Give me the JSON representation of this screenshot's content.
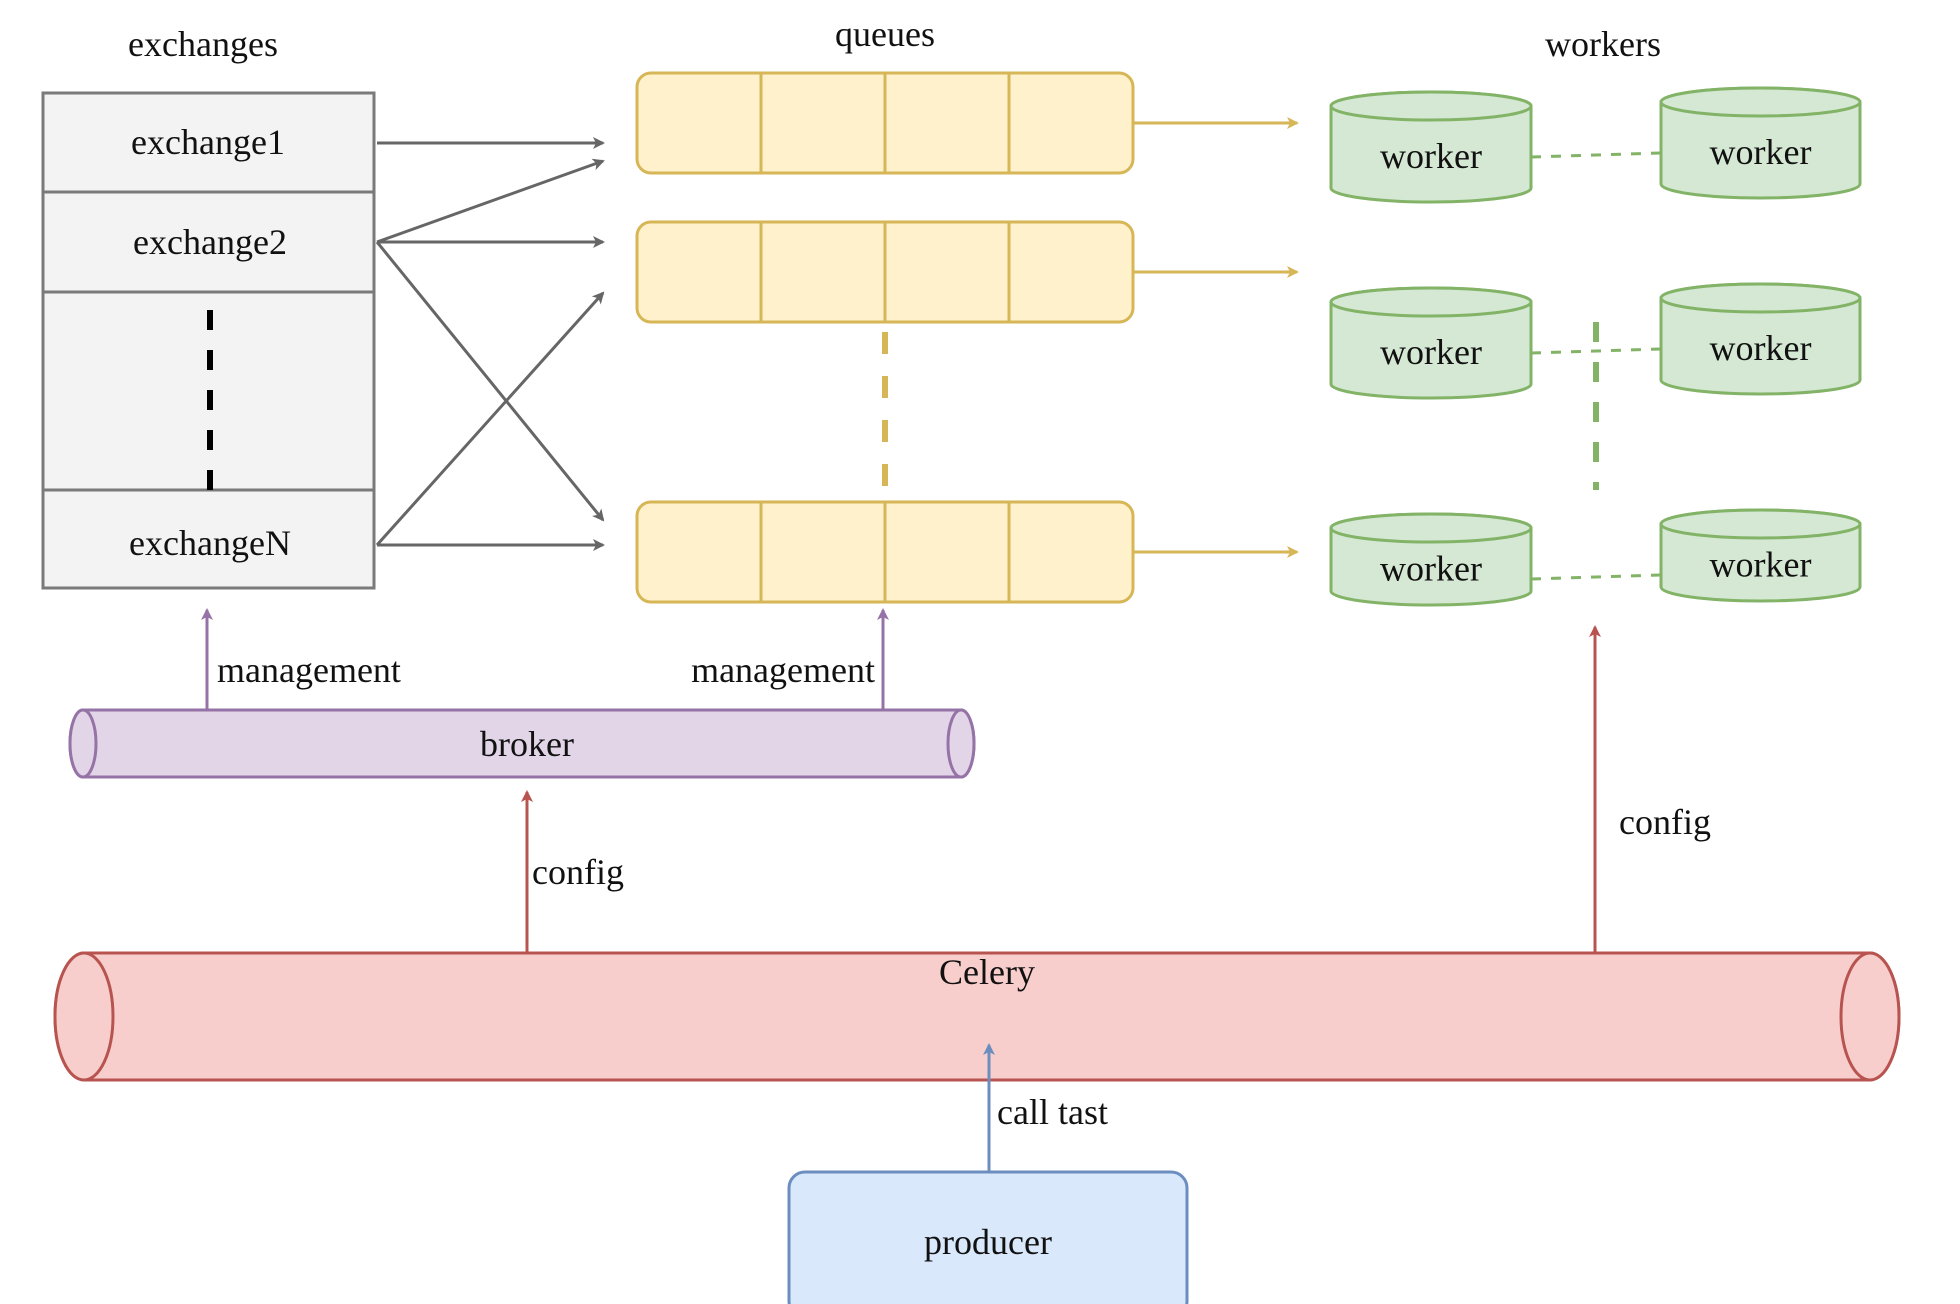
{
  "colors": {
    "exchange_fill": "#f3f3f3",
    "exchange_stroke": "#7a7a7a",
    "route_arrow": "#666666",
    "queue_fill": "#fff1cc",
    "queue_stroke": "#d6b656",
    "worker_fill": "#d5e8d4",
    "worker_stroke": "#82b366",
    "broker_fill": "#e1d5e7",
    "broker_stroke": "#9673a6",
    "celery_fill": "#f8cecc",
    "celery_stroke": "#b85450",
    "producer_fill": "#dae8fc",
    "producer_stroke": "#6c8ebf"
  },
  "headings": {
    "exchanges": "exchanges",
    "queues": "queues",
    "workers": "workers"
  },
  "exchanges": {
    "items": [
      "exchange1",
      "exchange2",
      "exchangeN"
    ],
    "ellipsis": "..."
  },
  "queues": {
    "count_visible": 3,
    "slots_per_queue": 4
  },
  "workers": {
    "rows": [
      [
        "worker",
        "worker"
      ],
      [
        "worker",
        "worker"
      ],
      [
        "worker",
        "worker"
      ]
    ]
  },
  "broker": {
    "label": "broker"
  },
  "celery": {
    "label": "Celery"
  },
  "producer": {
    "label": "producer"
  },
  "edges": {
    "management_exchanges": "management",
    "management_queues": "management",
    "config_broker": "config",
    "config_workers": "config",
    "call_task": "call tast"
  },
  "routes": [
    {
      "from": "exchange1",
      "to": "queue1"
    },
    {
      "from": "exchange2",
      "to": "queue1"
    },
    {
      "from": "exchange2",
      "to": "queue2"
    },
    {
      "from": "exchange2",
      "to": "queueN"
    },
    {
      "from": "exchangeN",
      "to": "queue2"
    },
    {
      "from": "exchangeN",
      "to": "queueN"
    }
  ]
}
